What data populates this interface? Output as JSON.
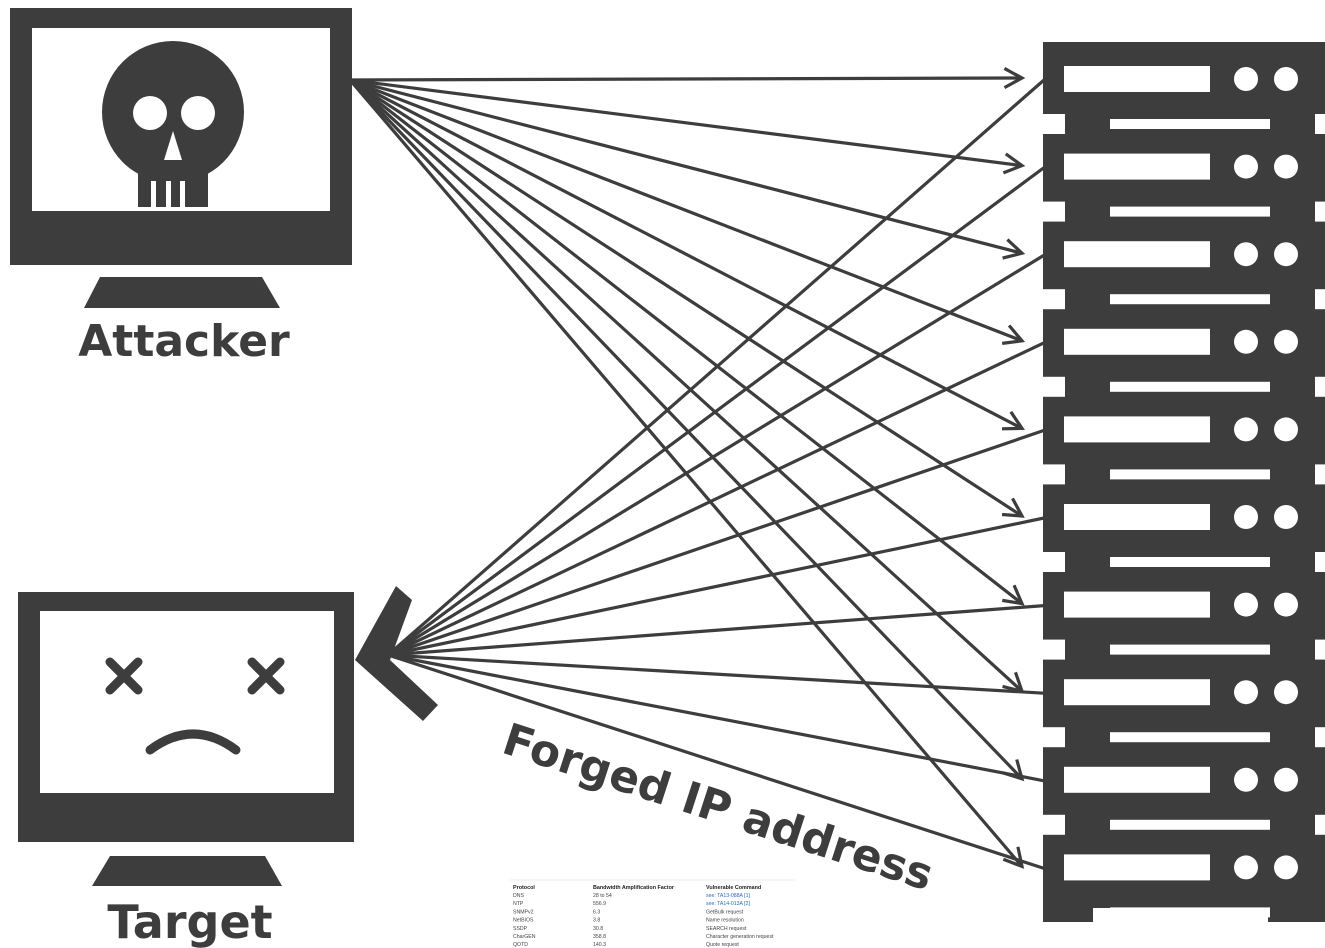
{
  "labels": {
    "attacker": "Attacker",
    "target": "Target",
    "forged": "Forged IP address"
  },
  "colors": {
    "ink": "#3d3d3d",
    "background": "#ffffff",
    "link": "#2a6cc0"
  },
  "icons": {
    "attacker": "skull-monitor-icon",
    "target": "sad-face-monitor-icon",
    "servers": "server-rack-icon"
  },
  "server_count": 10,
  "table": {
    "headers": [
      "Protocol",
      "Bandwidth Amplification Factor",
      "Vulnerable Command"
    ],
    "rows": [
      [
        "DNS",
        "28 to 54",
        "see: TA13-088A [1]"
      ],
      [
        "NTP",
        "556.9",
        "see: TA14-013A [2]"
      ],
      [
        "SNMPv2",
        "6.3",
        "GetBulk request"
      ],
      [
        "NetBIOS",
        "3.8",
        "Name resolution"
      ],
      [
        "SSDP",
        "30.8",
        "SEARCH request"
      ],
      [
        "CharGEN",
        "358.8",
        "Character generation request"
      ],
      [
        "QOTD",
        "140.3",
        "Quote request"
      ]
    ]
  }
}
